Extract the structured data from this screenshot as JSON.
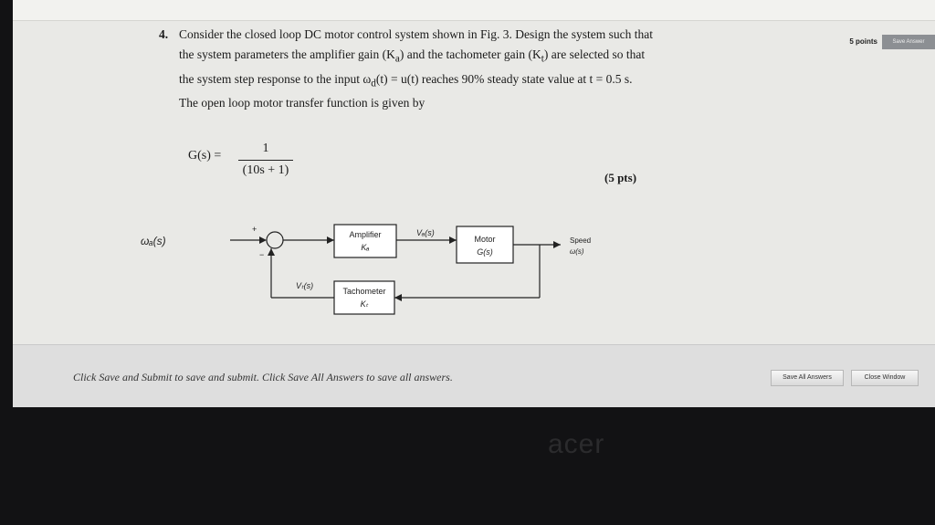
{
  "question": {
    "number": "4.",
    "text_html": "Consider the closed loop DC motor control system shown in Fig. 3. Design the system such that the system parameters the amplifier gain (K<sub>a</sub>) and the tachometer gain (K<sub>t</sub>) are selected so that the system step response to the input ω<sub>d</sub>(t) = u(t) reaches 90% steady state value at t = 0.5 s. The open loop motor transfer function is given by",
    "formula_lhs": "G(s) =",
    "formula_num": "1",
    "formula_den": "(10s + 1)",
    "points_label": "(5 pts)"
  },
  "header": {
    "points_badge": "5 points",
    "saved_badge": "Save Answer"
  },
  "diagram": {
    "input_label": "ωₐ(s)",
    "plus": "+",
    "minus": "−",
    "amplifier": "Amplifier",
    "amplifier_gain": "Kₐ",
    "va_label": "Vₐ(s)",
    "motor": "Motor",
    "motor_tf": "G(s)",
    "speed": "Speed",
    "speed_var": "ω(s)",
    "vt_label": "Vₜ(s)",
    "tachometer": "Tachometer",
    "tach_gain": "Kₜ"
  },
  "footer": {
    "instruction": "Click Save and Submit to save and submit. Click Save All Answers to save all answers.",
    "save_all": "Save All Answers",
    "close_window": "Close Window"
  },
  "bezel": {
    "brand": "acer"
  }
}
